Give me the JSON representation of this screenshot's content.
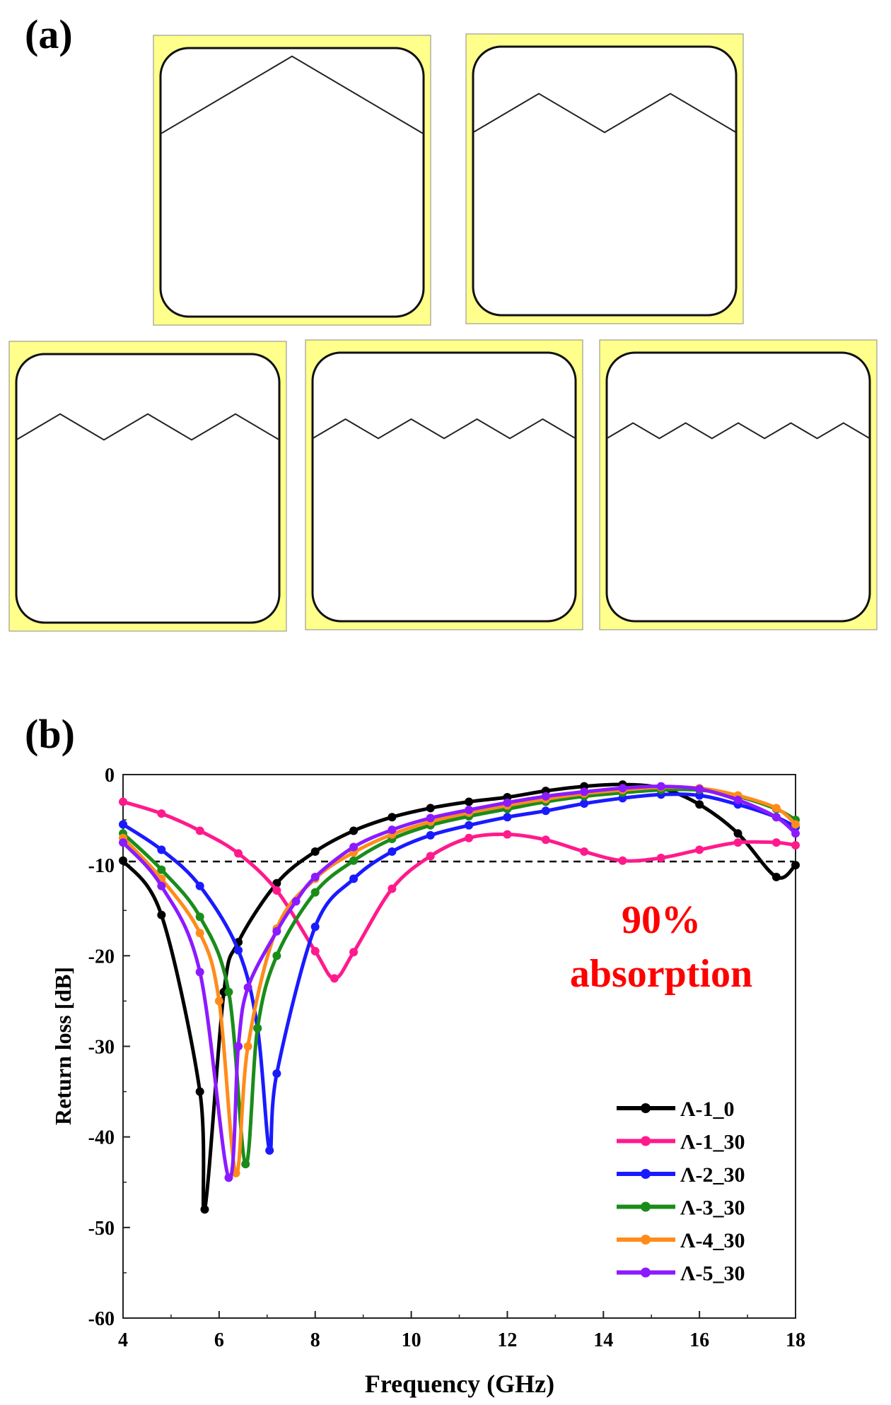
{
  "panel_a": {
    "label": "(a)",
    "unit_cells": [
      {
        "periods": 1
      },
      {
        "periods": 2
      },
      {
        "periods": 3
      },
      {
        "periods": 4
      },
      {
        "periods": 5
      }
    ],
    "colors": {
      "substrate": "#ffff8c",
      "outline": "#111111"
    }
  },
  "panel_b": {
    "label": "(b)"
  },
  "chart_data": {
    "type": "line",
    "xlabel": "Frequency (GHz)",
    "ylabel": "Return loss [dB]",
    "xlim": [
      4,
      18
    ],
    "ylim": [
      -60,
      0
    ],
    "xticks": [
      "4",
      "6",
      "8",
      "10",
      "12",
      "14",
      "16",
      "18"
    ],
    "yticks": [
      "0",
      "-10",
      "-20",
      "-30",
      "-40",
      "-50",
      "-60"
    ],
    "grid": false,
    "legend_position": "bottom-right",
    "reference_line": {
      "value": -9.6,
      "style": "dashed"
    },
    "annotation": {
      "line1": "90%",
      "line2": "absorption",
      "color": "#ff0000"
    },
    "series": [
      {
        "name": "Λ-1_0",
        "color": "#000000",
        "x": [
          4,
          4.8,
          5.6,
          5.7,
          6.1,
          6.4,
          7.2,
          8,
          8.8,
          9.6,
          10.4,
          11.2,
          12,
          12.8,
          13.6,
          14.4,
          15.2,
          16,
          16.8,
          17.6,
          18
        ],
        "y": [
          -9.5,
          -15.5,
          -35,
          -48,
          -24,
          -18.5,
          -12,
          -8.5,
          -6.2,
          -4.7,
          -3.7,
          -3,
          -2.5,
          -1.8,
          -1.3,
          -1.1,
          -1.5,
          -3.3,
          -6.5,
          -11.3,
          -10
        ]
      },
      {
        "name": "Λ-1_30",
        "color": "#ff1a8c",
        "x": [
          4,
          4.8,
          5.6,
          6.4,
          7.2,
          8,
          8.4,
          8.8,
          9.6,
          10.4,
          11.2,
          12,
          12.8,
          13.6,
          14.4,
          15.2,
          16,
          16.8,
          17.6,
          18
        ],
        "y": [
          -3,
          -4.3,
          -6.2,
          -8.7,
          -12.8,
          -19.5,
          -22.5,
          -19.6,
          -12.6,
          -9,
          -7,
          -6.6,
          -7.2,
          -8.5,
          -9.5,
          -9.2,
          -8.3,
          -7.5,
          -7.5,
          -7.8
        ]
      },
      {
        "name": "Λ-2_30",
        "color": "#1a1aff",
        "x": [
          4,
          4.8,
          5.6,
          6.4,
          6.8,
          7.05,
          7.2,
          8,
          8.8,
          9.6,
          10.4,
          11.2,
          12,
          12.8,
          13.6,
          14.4,
          15.2,
          16,
          16.8,
          17.6,
          18
        ],
        "y": [
          -5.5,
          -8.3,
          -12.3,
          -19.4,
          -28,
          -41.5,
          -33,
          -16.8,
          -11.5,
          -8.5,
          -6.7,
          -5.6,
          -4.7,
          -4,
          -3.2,
          -2.6,
          -2.2,
          -2.3,
          -3.3,
          -4.7,
          -5.8
        ]
      },
      {
        "name": "Λ-3_30",
        "color": "#1a8c1a",
        "x": [
          4,
          4.8,
          5.6,
          6.2,
          6.55,
          6.8,
          7.2,
          8,
          8.8,
          9.6,
          10.4,
          11.2,
          12,
          12.8,
          13.6,
          14.4,
          15.2,
          16,
          16.8,
          17.6,
          18
        ],
        "y": [
          -6.5,
          -10.5,
          -15.7,
          -24,
          -43,
          -28,
          -20,
          -13,
          -9.5,
          -7.1,
          -5.6,
          -4.6,
          -3.8,
          -3,
          -2.4,
          -2,
          -1.7,
          -1.7,
          -2.4,
          -3.8,
          -5
        ]
      },
      {
        "name": "Λ-4_30",
        "color": "#ff8c1a",
        "x": [
          4,
          4.8,
          5.6,
          6,
          6.35,
          6.6,
          7.2,
          8,
          8.8,
          9.6,
          10.4,
          11.2,
          12,
          12.8,
          13.6,
          14.4,
          15.2,
          16,
          16.8,
          17.6,
          18
        ],
        "y": [
          -7,
          -11.5,
          -17.5,
          -25,
          -44,
          -30,
          -17,
          -11.5,
          -8.6,
          -6.6,
          -5.2,
          -4.2,
          -3.4,
          -2.7,
          -2.1,
          -1.7,
          -1.4,
          -1.5,
          -2.3,
          -3.7,
          -5.5
        ]
      },
      {
        "name": "Λ-5_30",
        "color": "#8c1aff",
        "x": [
          4,
          4.8,
          5.6,
          6.2,
          6.4,
          6.6,
          7.2,
          7.6,
          8,
          8.8,
          9.6,
          10.4,
          11.2,
          12,
          12.8,
          13.6,
          14.4,
          15.2,
          16,
          16.8,
          17.6,
          18
        ],
        "y": [
          -7.5,
          -12.3,
          -21.8,
          -44.5,
          -30,
          -23.5,
          -17.3,
          -14,
          -11.3,
          -8,
          -6.1,
          -4.8,
          -3.9,
          -3.1,
          -2.4,
          -1.9,
          -1.5,
          -1.3,
          -1.6,
          -2.8,
          -4.7,
          -6.5
        ]
      }
    ]
  }
}
